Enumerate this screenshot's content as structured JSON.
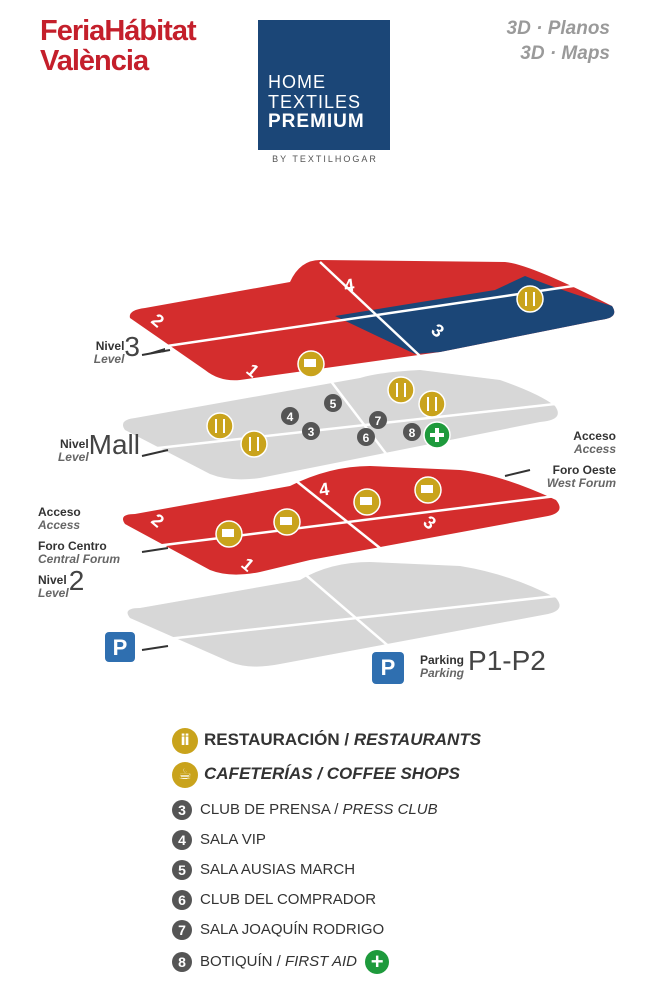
{
  "header": {
    "logo_line1": "FeriaHábitat",
    "logo_line2": "València",
    "brand_line1": "HOME",
    "brand_line2": "TEXTILES",
    "brand_line3": "PREMIUM",
    "brand_by": "BY TEXTILHOGAR",
    "top_right_1": "3D · Planos",
    "top_right_2": "3D · Maps"
  },
  "levels": {
    "level3": {
      "es": "Nivel",
      "en": "Level",
      "num": "3"
    },
    "mall": {
      "es": "Nivel",
      "en": "Level",
      "num": "Mall"
    },
    "level2": {
      "es": "Nivel",
      "en": "Level",
      "num": "2"
    }
  },
  "access_left": {
    "es": "Acceso",
    "en": "Access"
  },
  "forum_center": {
    "es": "Foro Centro",
    "en": "Central Forum"
  },
  "access_right": {
    "es": "Acceso",
    "en": "Access"
  },
  "forum_west": {
    "es": "Foro Oeste",
    "en": "West Forum"
  },
  "parking": {
    "icon": "P",
    "es": "Parking",
    "en": "Parking",
    "levels": "P1-P2"
  },
  "hall_numbers": [
    "1",
    "2",
    "3",
    "4"
  ],
  "legend": {
    "restaurants_es": "RESTAURACIÓN / ",
    "restaurants_en": "RESTAURANTS",
    "cafes_es": "CAFETERÍAS / COFFEE SHOPS",
    "items": [
      {
        "num": "3",
        "label": "CLUB DE PRENSA / ",
        "label_en": "PRESS CLUB"
      },
      {
        "num": "4",
        "label": "SALA VIP",
        "label_en": ""
      },
      {
        "num": "5",
        "label": "SALA AUSIAS MARCH",
        "label_en": ""
      },
      {
        "num": "6",
        "label": "CLUB DEL COMPRADOR",
        "label_en": ""
      },
      {
        "num": "7",
        "label": "SALA JOAQUÍN RODRIGO",
        "label_en": ""
      },
      {
        "num": "8",
        "label": "BOTIQUÍN / ",
        "label_en": "FIRST AID"
      }
    ]
  },
  "colors": {
    "red": "#d42d2d",
    "navy": "#1b4677",
    "grey": "#d7d7d7",
    "gold": "#c9a31c",
    "green": "#1e9a3c",
    "pin": "#555555"
  }
}
